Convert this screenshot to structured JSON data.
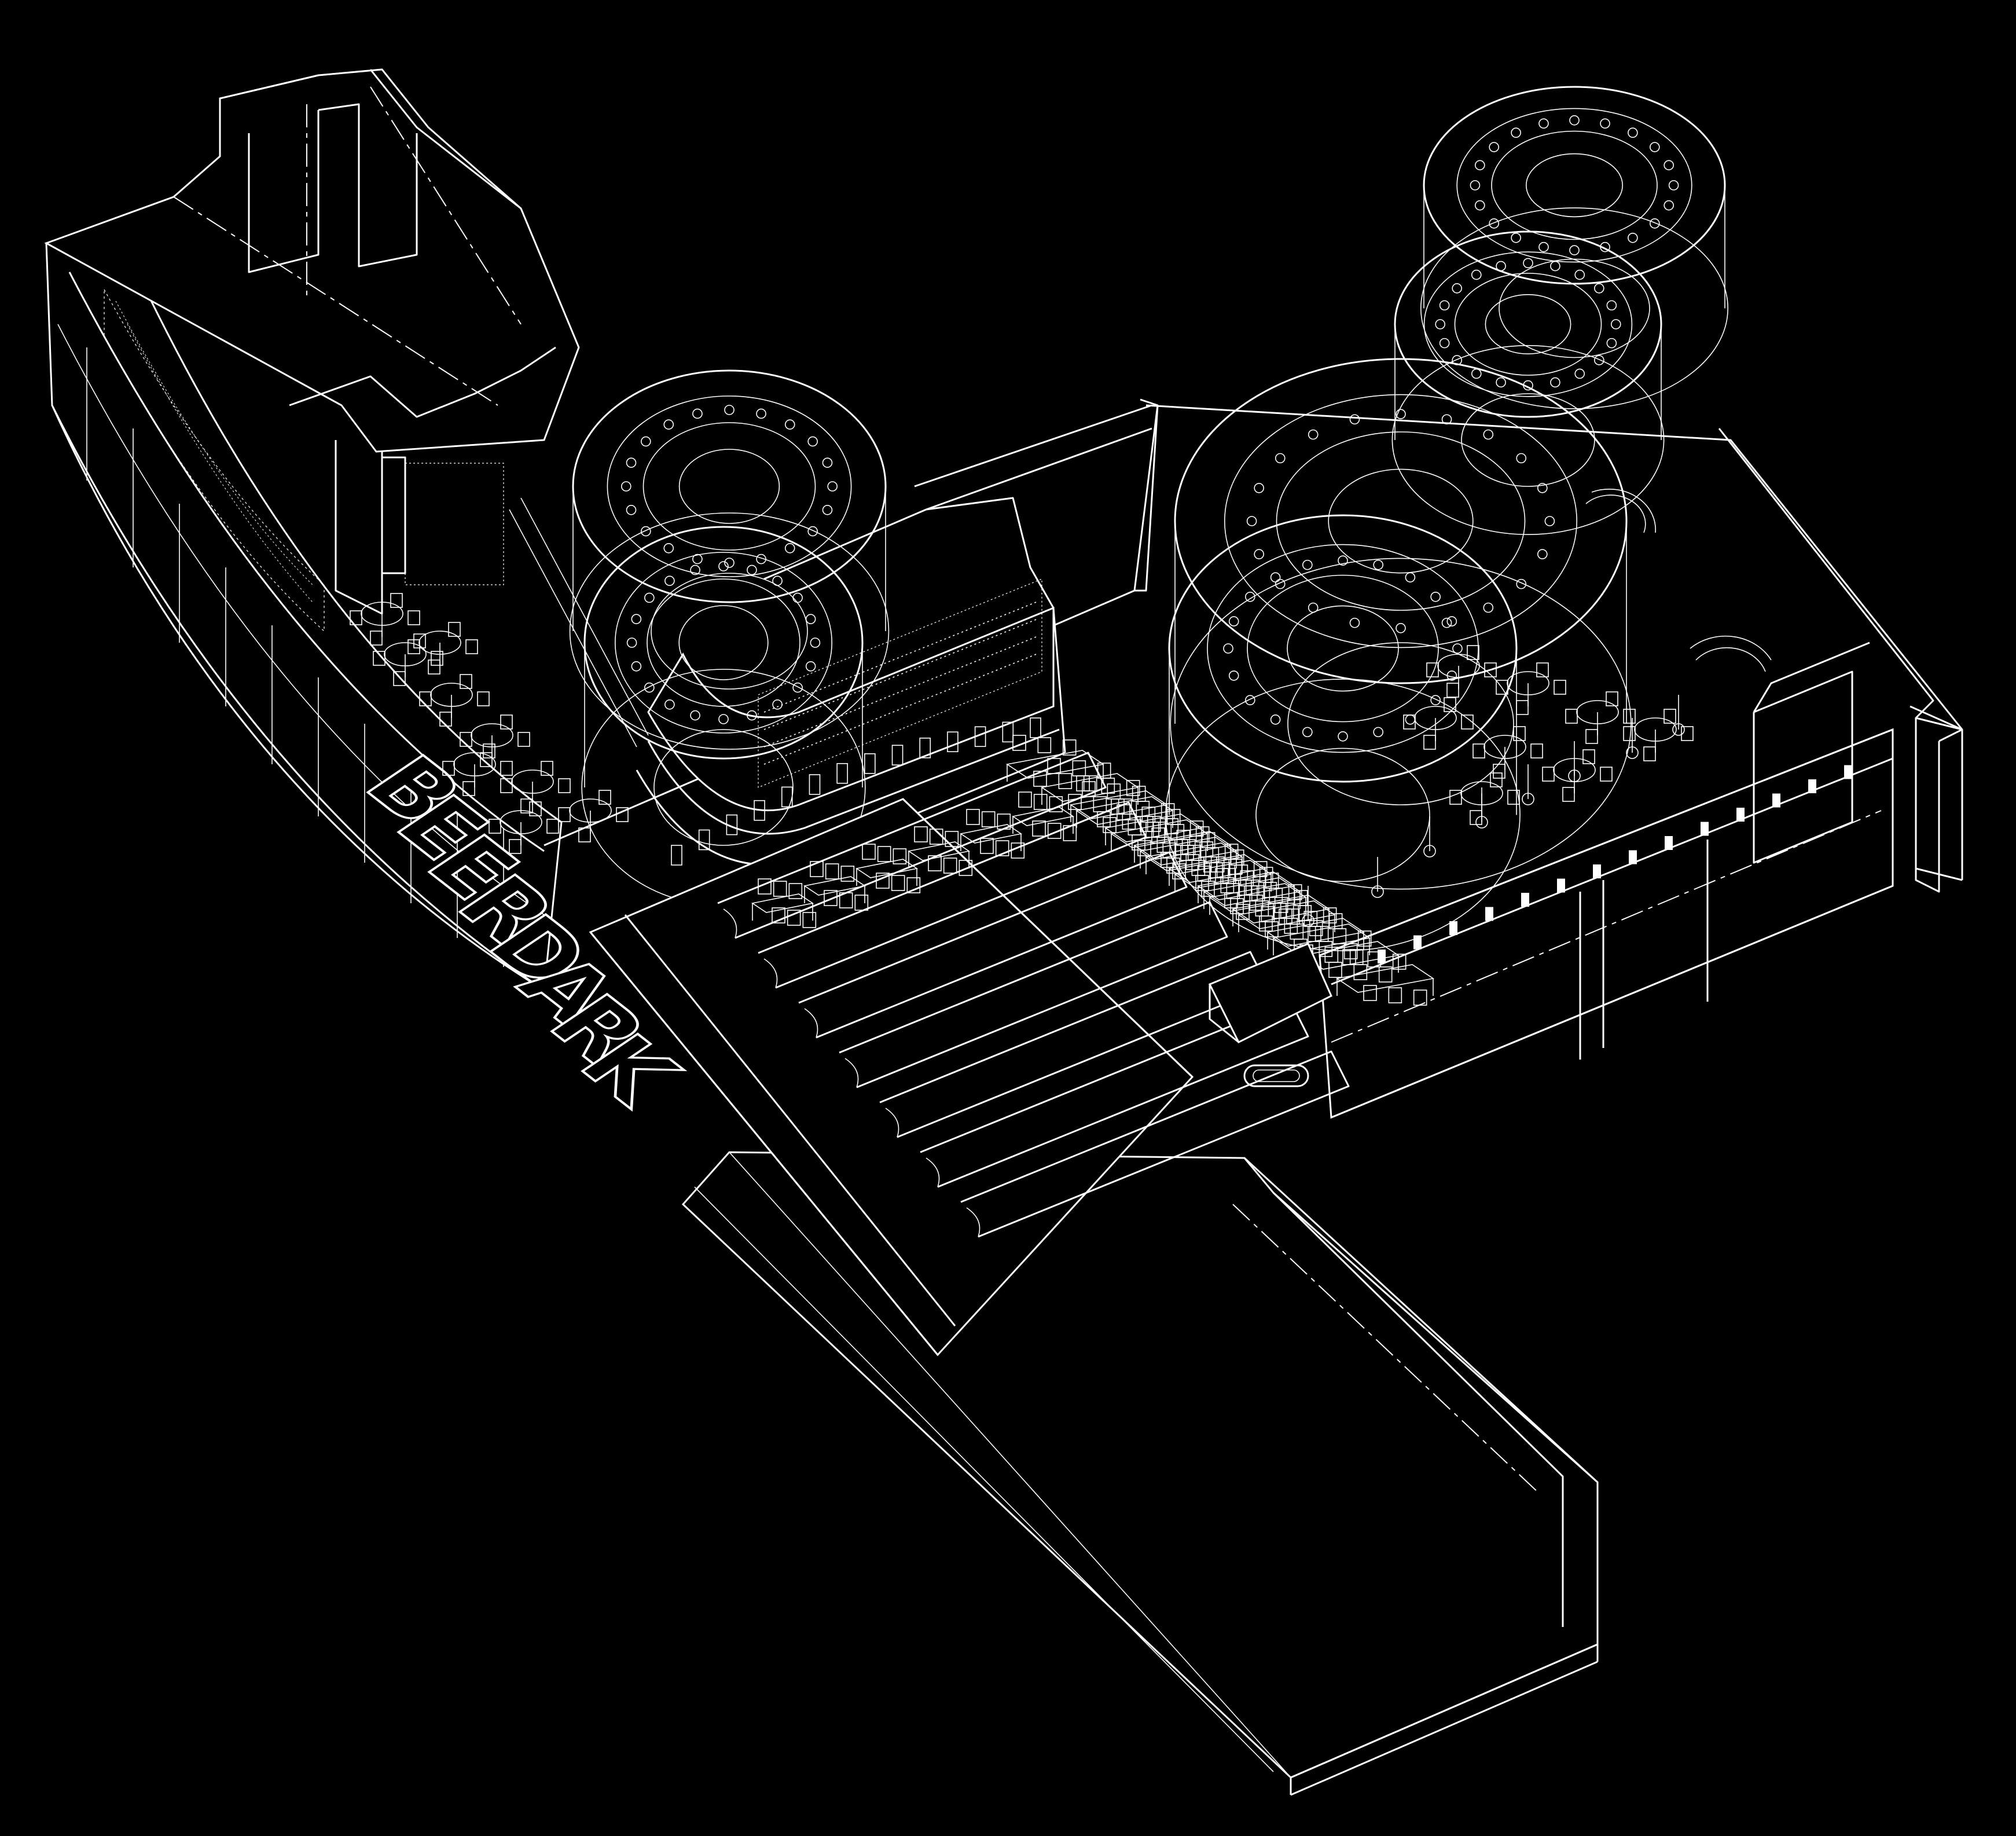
{
  "sign": {
    "letters": [
      "B",
      "E",
      "E",
      "R",
      "D",
      "A",
      "R",
      "K"
    ]
  },
  "colors": {
    "background": "#000000",
    "line": "#ffffff"
  },
  "labels": {
    "seating": "table-and-chair",
    "fixture": "pendant-lamp"
  }
}
